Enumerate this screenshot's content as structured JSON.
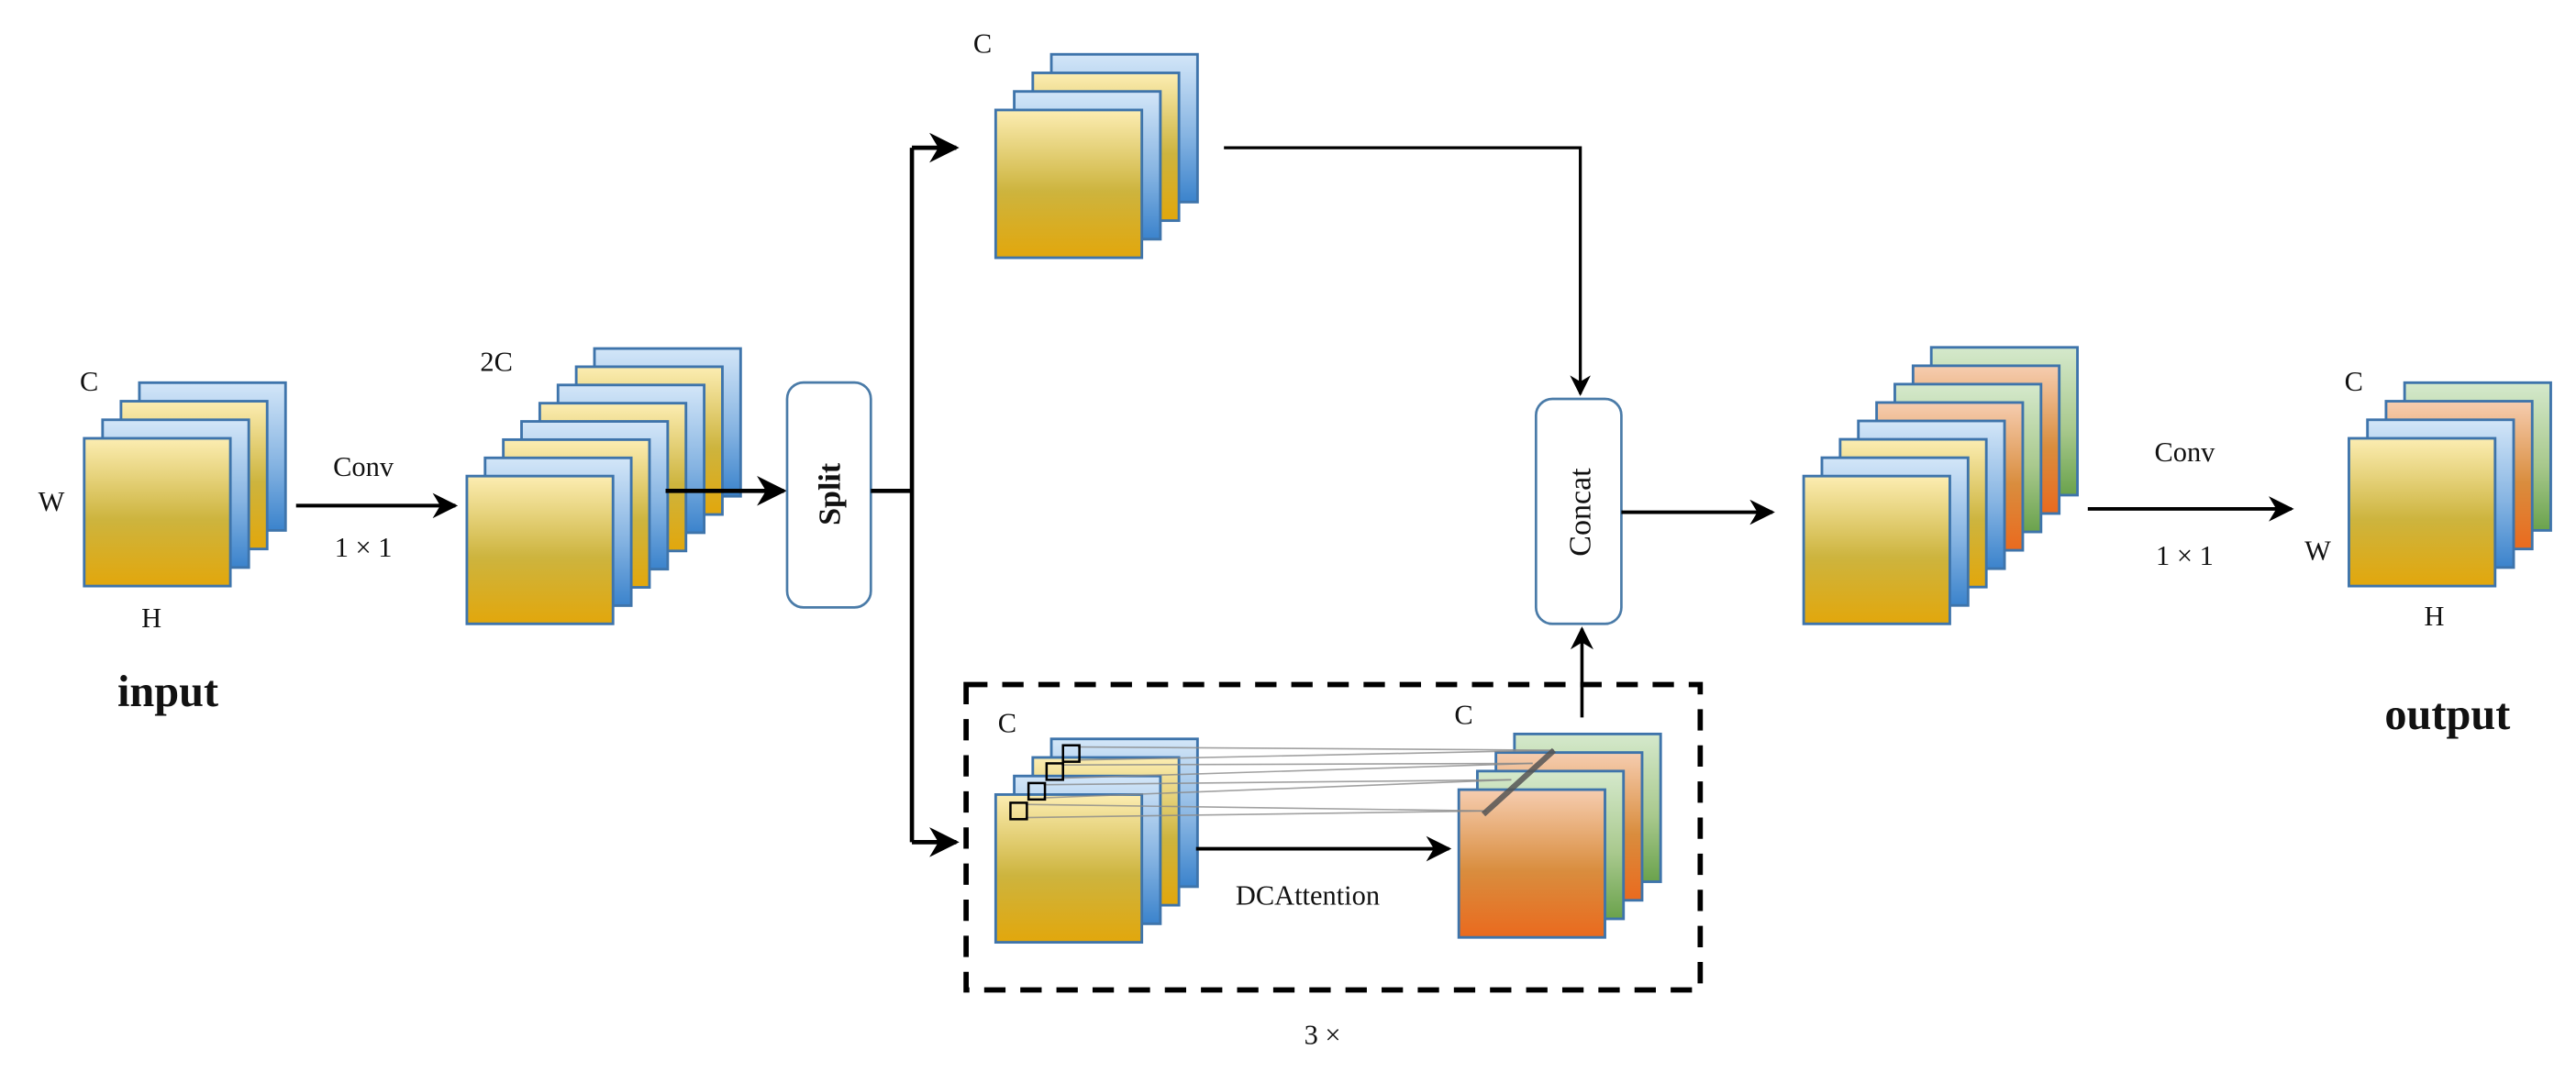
{
  "colors": {
    "yellow": [
      "#fcedb2",
      "#cdb43e",
      "#e2a70c"
    ],
    "blue": [
      "#d3e6f8",
      "#86b4e2",
      "#3b83cc"
    ],
    "orange": [
      "#f6cdb0",
      "#d98d3e",
      "#ea6a1e"
    ],
    "green": [
      "#d5e9cc",
      "#a9c98e",
      "#6aa24c"
    ],
    "layer_border": "#3e74ab",
    "box_border": "#4a7ba8"
  },
  "input": {
    "title": "input",
    "channel_label": "C",
    "width_label": "W",
    "height_label": "H",
    "layers": [
      "blue",
      "yellow",
      "blue",
      "yellow"
    ]
  },
  "conv1": {
    "label": "Conv",
    "kernel": "1 × 1"
  },
  "expanded": {
    "channel_label": "2C",
    "layers": [
      "blue",
      "yellow",
      "blue",
      "yellow",
      "blue",
      "yellow",
      "blue",
      "yellow"
    ]
  },
  "split": {
    "label": "Split"
  },
  "top_branch": {
    "channel_label": "C",
    "layers": [
      "blue",
      "yellow",
      "blue",
      "yellow"
    ]
  },
  "attention_block": {
    "repeat_label": "3 ×",
    "input_channel_label": "C",
    "output_channel_label": "C",
    "operation_label": "DCAttention",
    "input_layers": [
      "blue",
      "yellow",
      "blue",
      "yellow"
    ],
    "output_layers": [
      "green",
      "orange",
      "green",
      "orange"
    ]
  },
  "concat": {
    "label": "Concat"
  },
  "concatenated": {
    "layers": [
      "green",
      "orange",
      "green",
      "orange",
      "blue",
      "yellow",
      "blue",
      "yellow"
    ]
  },
  "conv2": {
    "label": "Conv",
    "kernel": "1 × 1"
  },
  "output": {
    "title": "output",
    "channel_label": "C",
    "width_label": "W",
    "height_label": "H",
    "layers": [
      "green",
      "orange",
      "blue",
      "yellow"
    ]
  }
}
